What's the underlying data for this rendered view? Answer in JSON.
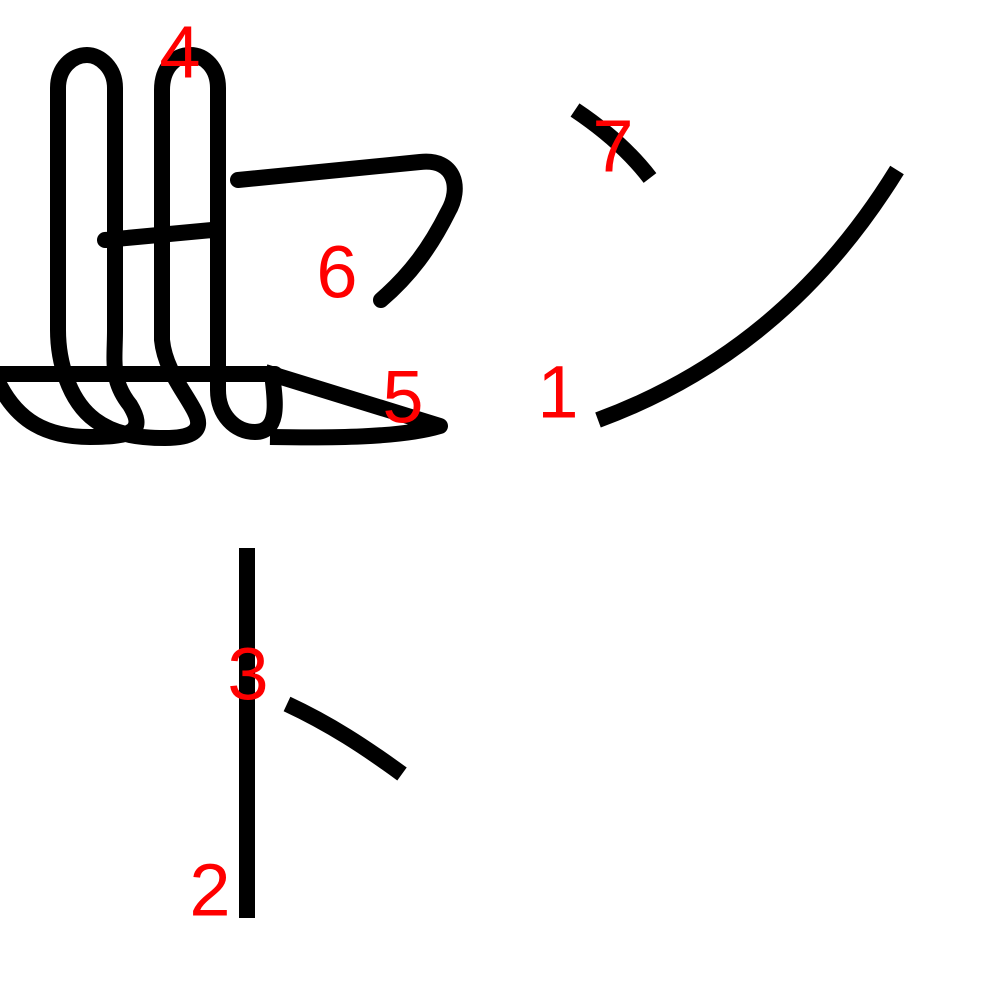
{
  "stroke_color": "#000000",
  "number_color": "#ff0000",
  "background_color": "#ffffff",
  "stroke_labels": [
    "1",
    "2",
    "3",
    "4",
    "5",
    "6",
    "7"
  ]
}
